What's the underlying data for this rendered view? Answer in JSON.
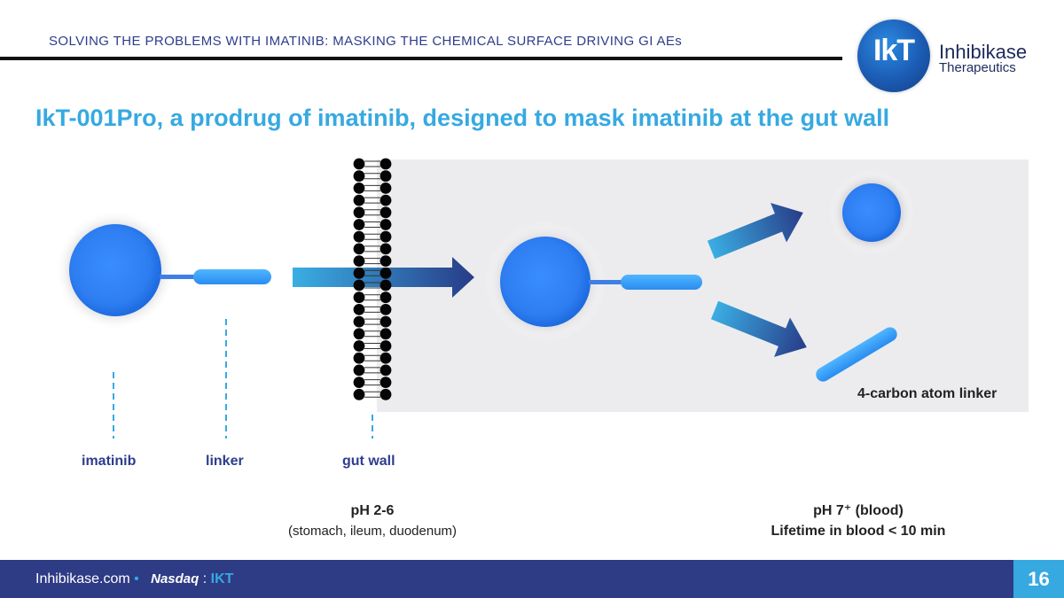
{
  "header": {
    "title": "SOLVING THE PROBLEMS WITH IMATINIB:  MASKING THE CHEMICAL SURFACE DRIVING GI AEs"
  },
  "logo": {
    "mark": "IkT",
    "name": "Inhibikase",
    "subtitle": "Therapeutics"
  },
  "slide": {
    "title": "IkT-001Pro, a prodrug of imatinib, designed to mask imatinib at the gut wall"
  },
  "diagram": {
    "labels": {
      "imatinib": "imatinib",
      "linker": "linker",
      "gut_wall": "gut wall",
      "linker_note": "4-carbon atom linker"
    },
    "ph_left": {
      "title": "pH 2-6",
      "detail": "(stomach, ileum, duodenum)"
    },
    "ph_right": {
      "title": "pH 7⁺ (blood)",
      "detail": "Lifetime in blood < 10 min"
    }
  },
  "footer": {
    "website": "Inhibikase.com",
    "separator": "•",
    "exchange": "Nasdaq",
    "colon": ":",
    "ticker": "IKT",
    "page_number": "16"
  },
  "colors": {
    "title_blue": "#36a9e1",
    "navy": "#2e3d8c",
    "footer_bg": "#2e3b85",
    "panel_bg": "#ececee"
  }
}
